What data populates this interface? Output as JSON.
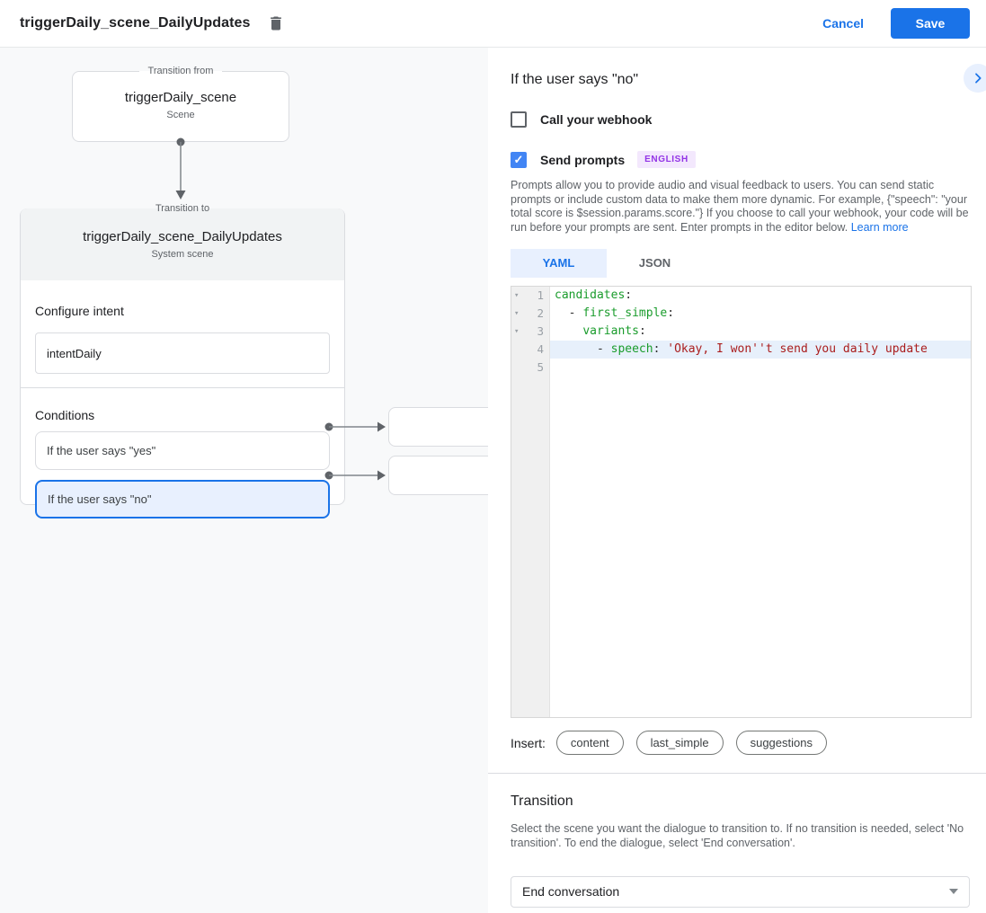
{
  "header": {
    "title": "triggerDaily_scene_DailyUpdates",
    "cancel_label": "Cancel",
    "save_label": "Save"
  },
  "canvas": {
    "from_box": {
      "label": "Transition from",
      "title": "triggerDaily_scene",
      "subtitle": "Scene"
    },
    "to_box": {
      "label": "Transition to",
      "title": "triggerDaily_scene_DailyUpdates",
      "subtitle": "System scene",
      "intent_section": {
        "label": "Configure intent",
        "value": "intentDaily"
      },
      "conditions_section": {
        "label": "Conditions",
        "items": [
          {
            "label": "If the user says \"yes\"",
            "selected": false
          },
          {
            "label": "If the user says \"no\"",
            "selected": true
          }
        ]
      }
    }
  },
  "panel": {
    "title": "If the user says \"no\"",
    "webhook": {
      "label": "Call your webhook",
      "checked": false
    },
    "prompts": {
      "label": "Send prompts",
      "checked": true,
      "badge": "ENGLISH"
    },
    "description": "Prompts allow you to provide audio and visual feedback to users. You can send static prompts or include custom data to make them more dynamic. For example, {\"speech\": \"your total score is $session.params.score.\"} If you choose to call your webhook, your code will be run before your prompts are sent. Enter prompts in the editor below.",
    "learn_more": "Learn more",
    "editor_tabs": {
      "items": [
        "YAML",
        "JSON"
      ],
      "active_index": 0
    },
    "editor": {
      "lines": [
        {
          "n": 1,
          "fold": true,
          "active": false,
          "tokens": [
            [
              "k",
              "candidates"
            ],
            [
              "p",
              ":"
            ]
          ]
        },
        {
          "n": 2,
          "fold": true,
          "active": false,
          "tokens": [
            [
              "p",
              "  - "
            ],
            [
              "k",
              "first_simple"
            ],
            [
              "p",
              ":"
            ]
          ]
        },
        {
          "n": 3,
          "fold": true,
          "active": false,
          "tokens": [
            [
              "p",
              "    "
            ],
            [
              "k",
              "variants"
            ],
            [
              "p",
              ":"
            ]
          ]
        },
        {
          "n": 4,
          "fold": false,
          "active": true,
          "tokens": [
            [
              "p",
              "      - "
            ],
            [
              "k",
              "speech"
            ],
            [
              "p",
              ": "
            ],
            [
              "s",
              "'Okay, I won''t send you daily update"
            ]
          ]
        },
        {
          "n": 5,
          "fold": false,
          "active": false,
          "tokens": []
        }
      ]
    },
    "insert": {
      "label": "Insert:",
      "chips": [
        "content",
        "last_simple",
        "suggestions"
      ]
    },
    "transition": {
      "title": "Transition",
      "description": "Select the scene you want the dialogue to transition to. If no transition is needed, select 'No transition'. To end the dialogue, select 'End conversation'.",
      "value": "End conversation"
    }
  },
  "colors": {
    "accent": "#1a73e8",
    "checkbox_checked": "#4285f4",
    "badge_bg": "#f3e8fd",
    "badge_text": "#9334e6",
    "canvas_bg": "#f8f9fa",
    "selected_condition_bg": "#e8f0fe",
    "code_key": "#1a9c2c",
    "code_string": "#aa1d1d"
  }
}
